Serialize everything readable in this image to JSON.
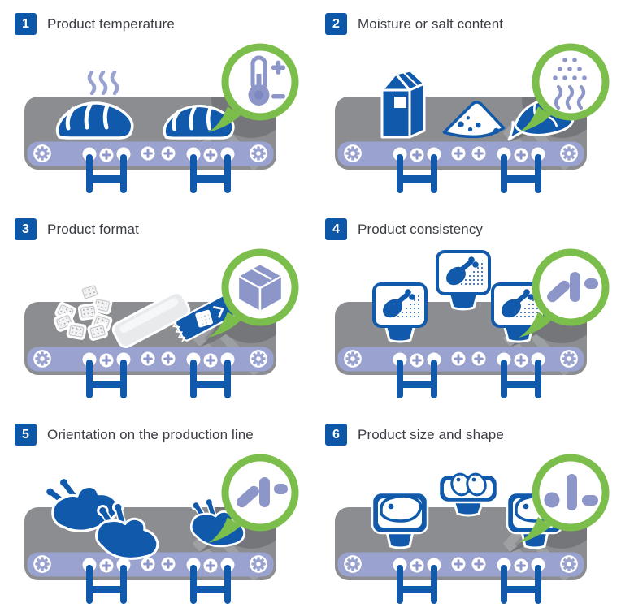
{
  "colors": {
    "primary_blue": "#0d57a8",
    "product_blue": "#1059ab",
    "accent_green": "#7cbe4b",
    "lavender_icon": "#8d96c8",
    "lavender_strip": "#9aa2cf",
    "belt_gray": "#8b8d90",
    "title_text": "#3b3d45",
    "background": "#ffffff"
  },
  "panels": [
    {
      "number": "1",
      "title": "Product temperature",
      "bubble_icon": "thermometer-plus-minus-icon",
      "products": [
        "bread-loaf-steaming",
        "bread-loaf"
      ]
    },
    {
      "number": "2",
      "title": "Moisture or salt content",
      "bubble_icon": "salt-grains-and-steam-icon",
      "products": [
        "milk-carton",
        "cheese-wedge",
        "fish"
      ]
    },
    {
      "number": "3",
      "title": "Product format",
      "bubble_icon": "carton-box-icon",
      "products": [
        "loose-cubes",
        "flow-wrapped-pack",
        "printed-wrapped-bar"
      ]
    },
    {
      "number": "4",
      "title": "Product consistency",
      "bubble_icon": "angled-line-and-dash-icon",
      "products": [
        "tray-poultry-granulate",
        "tray-poultry-granulate",
        "tray-poultry-granulate"
      ]
    },
    {
      "number": "5",
      "title": "Orientation on the production line",
      "bubble_icon": "angled-line-and-dash-icon",
      "products": [
        "whole-chicken",
        "whole-chicken",
        "whole-chicken"
      ]
    },
    {
      "number": "6",
      "title": "Product size and shape",
      "bubble_icon": "dot-line-dash-icon",
      "products": [
        "tray-with-steak",
        "bowl-with-slices",
        "tray-with-steak"
      ]
    }
  ]
}
